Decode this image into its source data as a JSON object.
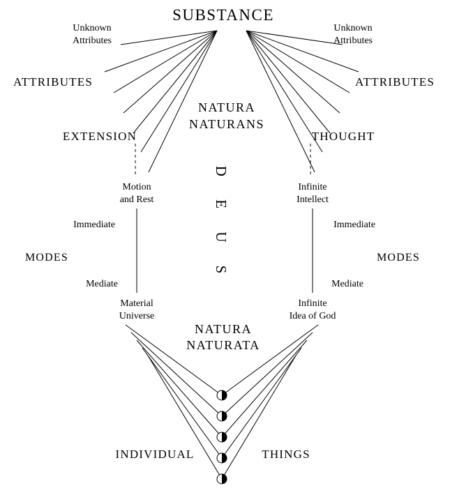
{
  "diagram": {
    "title": "SUBSTANCE",
    "center": {
      "natura_naturans_1": "NATURA",
      "natura_naturans_2": "NATURANS",
      "deus": "D E U S",
      "natura_naturata_1": "NATURA",
      "natura_naturata_2": "NATURATA"
    },
    "left": {
      "unknown_1": "Unknown",
      "unknown_2": "Attributes",
      "attributes": "ATTRIBUTES",
      "extension": "EXTENSION",
      "mode_origin_1": "Motion",
      "mode_origin_2": "and Rest",
      "immediate": "Immediate",
      "modes": "MODES",
      "mediate": "Mediate",
      "terminal_1": "Material",
      "terminal_2": "Universe"
    },
    "right": {
      "unknown_1": "Unknown",
      "unknown_2": "Attributes",
      "attributes": "ATTRIBUTES",
      "thought": "THOUGHT",
      "mode_origin_1": "Infinite",
      "mode_origin_2": "Intellect",
      "immediate": "Immediate",
      "modes": "MODES",
      "mediate": "Mediate",
      "terminal_1": "Infinite",
      "terminal_2": "Idea of God"
    },
    "bottom": {
      "individual": "INDIVIDUAL",
      "things": "THINGS"
    },
    "colors": {
      "line": "#000000",
      "background": "#ffffff"
    }
  }
}
